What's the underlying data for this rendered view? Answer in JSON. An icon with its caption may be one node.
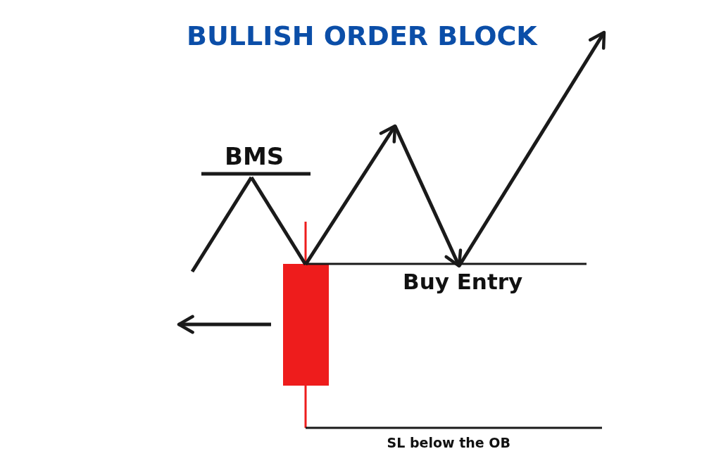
{
  "diagram": {
    "title": "BULLISH ORDER BLOCK",
    "labels": [
      "BMS",
      "Buy Entry",
      "SL below the OB"
    ]
  }
}
